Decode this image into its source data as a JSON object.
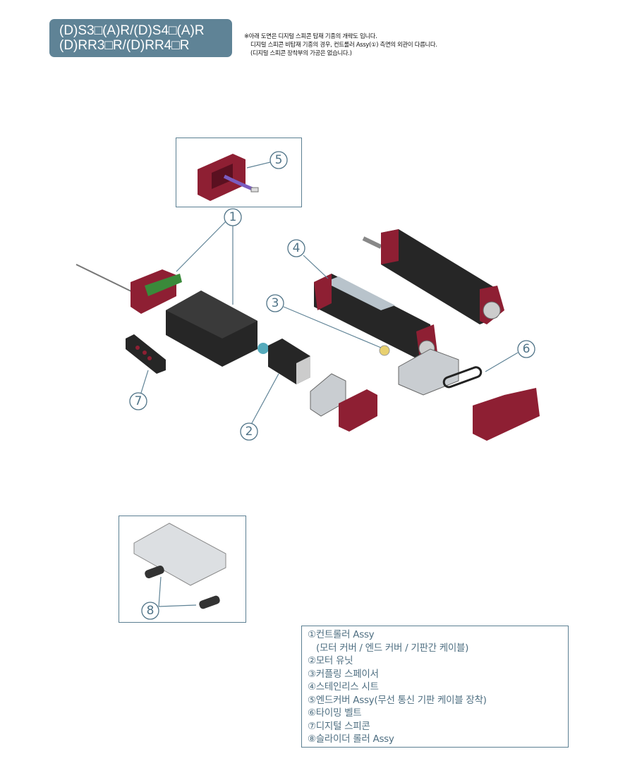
{
  "title": {
    "line1": "(D)S3□(A)R/(D)S4□(A)R",
    "line2": "(D)RR3□R/(D)RR4□R"
  },
  "note": [
    "※아래 도면은 디지털 스피콘 탑재 기종의 개략도 입니다.",
    "디지털 스피콘 비탑재 기종의 경우, 컨트롤러 Assy(①) 측면의 외관이 다릅니다.",
    "(디지털 스피콘 장착부의 가공은 없습니다.)"
  ],
  "callouts": [
    "1",
    "2",
    "3",
    "4",
    "5",
    "6",
    "7",
    "8"
  ],
  "legend": {
    "items": [
      "①컨트롤러 Assy",
      "(모터 커버 / 엔드 커버 / 기판간 케이블)",
      "②모터 유닛",
      "③커플링 스페이서",
      "④스테인리스 시트",
      "⑤엔드커버 Assy(무선 통신 기판 케이블 장착)",
      "⑥타이밍 벨트",
      "⑦디지털 스피콘",
      "⑧슬라이더 롤러 Assy"
    ]
  },
  "colors": {
    "accent": "#5f8396",
    "part_red": "#8e1f33",
    "part_dark": "#262626",
    "part_silver": "#c9cdd1"
  }
}
